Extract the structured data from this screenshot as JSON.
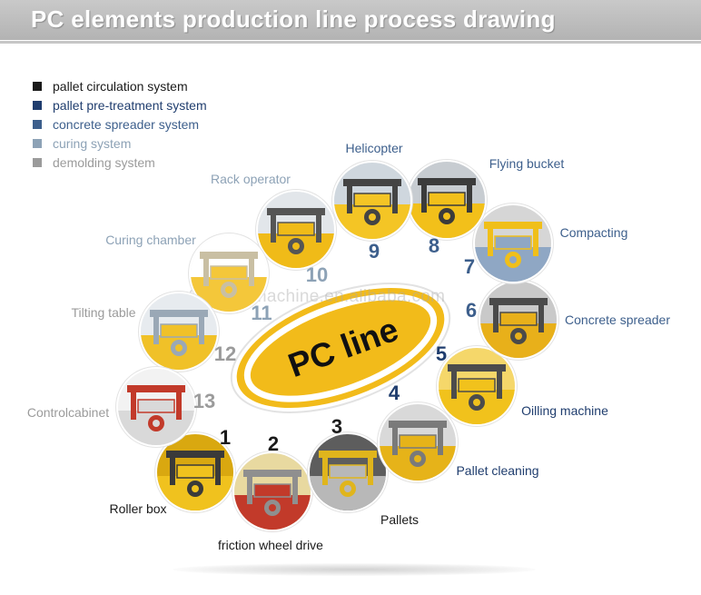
{
  "header": {
    "title": "PC elements production line process drawing"
  },
  "legend": [
    {
      "label": "pallet circulation system",
      "color": "#1a1a1a"
    },
    {
      "label": "pallet pre-treatment system",
      "color": "#1f3d6e"
    },
    {
      "label": "concrete spreader system",
      "color": "#3d5f8c"
    },
    {
      "label": "curing system",
      "color": "#8da2b6"
    },
    {
      "label": "demolding system",
      "color": "#9b9b9b"
    }
  ],
  "center": {
    "label": "PC line",
    "fill": "#f2bb1a",
    "ring": "#ffffff"
  },
  "watermark": "3dpanelmachine.en.alibaba.com",
  "stations": [
    {
      "number": "1",
      "label": "Roller box",
      "system_color": "#1a1a1a",
      "icon": "roller-box-photo"
    },
    {
      "number": "2",
      "label": "friction wheel drive",
      "system_color": "#1a1a1a",
      "icon": "friction-wheel-photo"
    },
    {
      "number": "3",
      "label": "Pallets",
      "system_color": "#1a1a1a",
      "icon": "pallets-photo"
    },
    {
      "number": "4",
      "label": "Pallet cleaning",
      "system_color": "#1f3d6e",
      "icon": "pallet-cleaning-photo"
    },
    {
      "number": "5",
      "label": "Oilling machine",
      "system_color": "#1f3d6e",
      "icon": "oiling-machine-photo"
    },
    {
      "number": "6",
      "label": "Concrete spreader",
      "system_color": "#3d5f8c",
      "icon": "concrete-spreader-photo"
    },
    {
      "number": "7",
      "label": "Compacting",
      "system_color": "#3d5f8c",
      "icon": "compacting-photo"
    },
    {
      "number": "8",
      "label": "Flying bucket",
      "system_color": "#3d5f8c",
      "icon": "flying-bucket-photo"
    },
    {
      "number": "9",
      "label": "Helicopter",
      "system_color": "#3d5f8c",
      "icon": "helicopter-photo"
    },
    {
      "number": "10",
      "label": "Rack operator",
      "system_color": "#8da2b6",
      "icon": "rack-operator-photo"
    },
    {
      "number": "11",
      "label": "Curing chamber",
      "system_color": "#8da2b6",
      "icon": "curing-chamber-photo"
    },
    {
      "number": "12",
      "label": "Tilting table",
      "system_color": "#9b9b9b",
      "icon": "tilting-table-photo"
    },
    {
      "number": "13",
      "label": "Controlcabinet",
      "system_color": "#9b9b9b",
      "icon": "control-cabinet-photo"
    }
  ]
}
